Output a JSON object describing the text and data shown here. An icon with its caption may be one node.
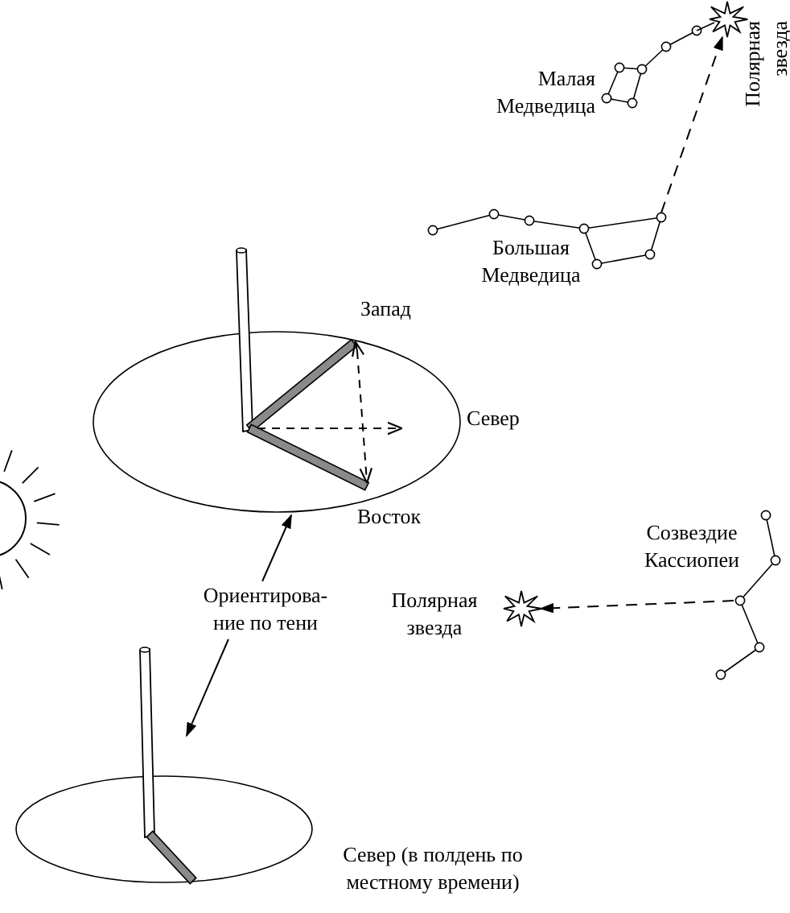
{
  "diagram": {
    "nodes": [
      {
        "text": [],
        "shape": "star",
        "beside": [
          "Полярная звезда"
        ]
      },
      {
        "text": [
          "Большая Медведица"
        ]
      },
      {
        "text": [],
        "shape": "picture",
        "beside": [
          "Запад",
          "Север",
          "Восток"
        ]
      },
      {
        "text": [],
        "shape": "picture",
        "beside": [
          "Созвездие Кассиопеи"
        ]
      },
      {
        "text": [],
        "shape": "star",
        "beside": [
          "Полярная звезда"
        ]
      },
      {
        "text": [
          "Ориентирова- ние по тени"
        ]
      },
      {
        "text": [],
        "shape": "picture",
        "beside": [
          "Север (в полдень по местному времени)"
        ]
      }
    ],
    "edges": [
      {
        "from": 1,
        "to": 0,
        "arrow": "to",
        "style": "dashed"
      },
      {
        "from": 3,
        "to": 4,
        "arrow": "to",
        "style": "dashed"
      },
      {
        "from": 5,
        "to": 2,
        "arrow": "to"
      },
      {
        "from": 5,
        "to": 6,
        "arrow": "to"
      }
    ],
    "labels": [
      "Малая Медведица"
    ]
  }
}
